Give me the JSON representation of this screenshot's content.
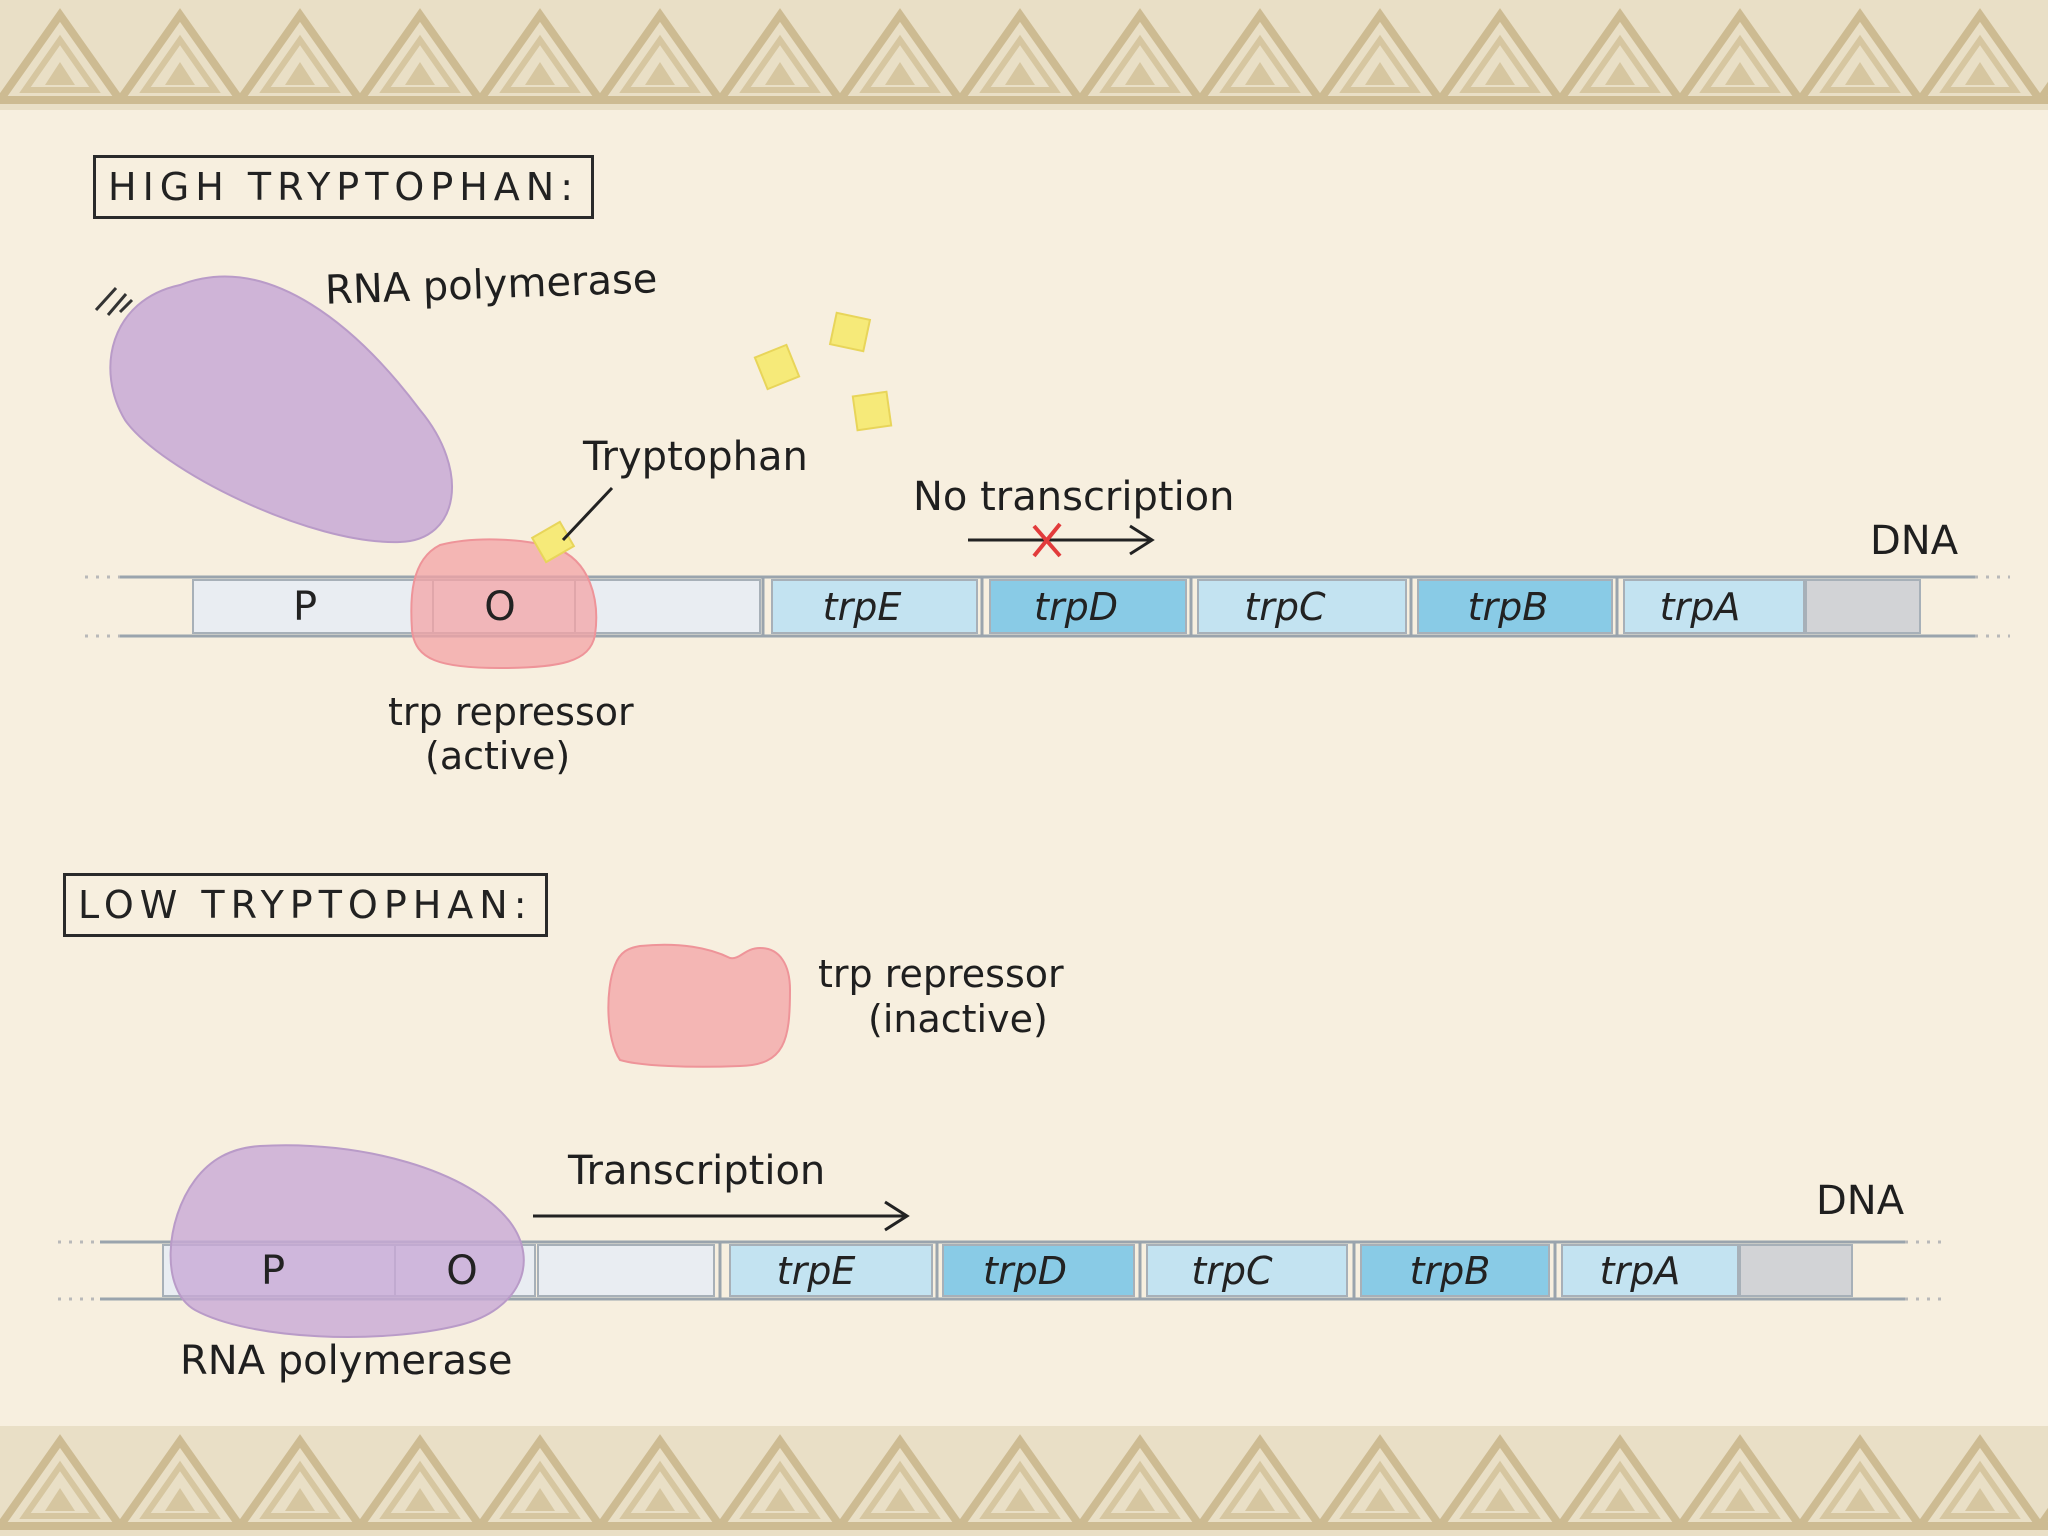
{
  "colors": {
    "background": "#f7efdf",
    "border_pattern": "#d8c9a6",
    "rna_polymerase": "#c8a9d6",
    "repressor": "#f3a3a6",
    "tryptophan": "#f6ea79",
    "gene_light": "#c3e3f1",
    "gene_dark": "#89cbe6",
    "promoter_region": "#e9edf2",
    "terminator": "#d2d3d6",
    "stop_mark": "#e23b3b"
  },
  "high": {
    "title": "HIGH TRYPTOPHAN:",
    "rna_polymerase_label": "RNA polymerase",
    "tryptophan_label": "Tryptophan",
    "no_transcription_label": "No transcription",
    "dna_label": "DNA",
    "repressor_label_line1": "trp repressor",
    "repressor_label_line2": "(active)",
    "promoter": "P",
    "operator": "O",
    "genes": [
      "trpE",
      "trpD",
      "trpC",
      "trpB",
      "trpA"
    ]
  },
  "low": {
    "title": "LOW TRYPTOPHAN:",
    "repressor_label_line1": "trp repressor",
    "repressor_label_line2": "(inactive)",
    "transcription_label": "Transcription",
    "dna_label": "DNA",
    "rna_polymerase_label": "RNA polymerase",
    "promoter": "P",
    "operator": "O",
    "genes": [
      "trpE",
      "trpD",
      "trpC",
      "trpB",
      "trpA"
    ]
  }
}
